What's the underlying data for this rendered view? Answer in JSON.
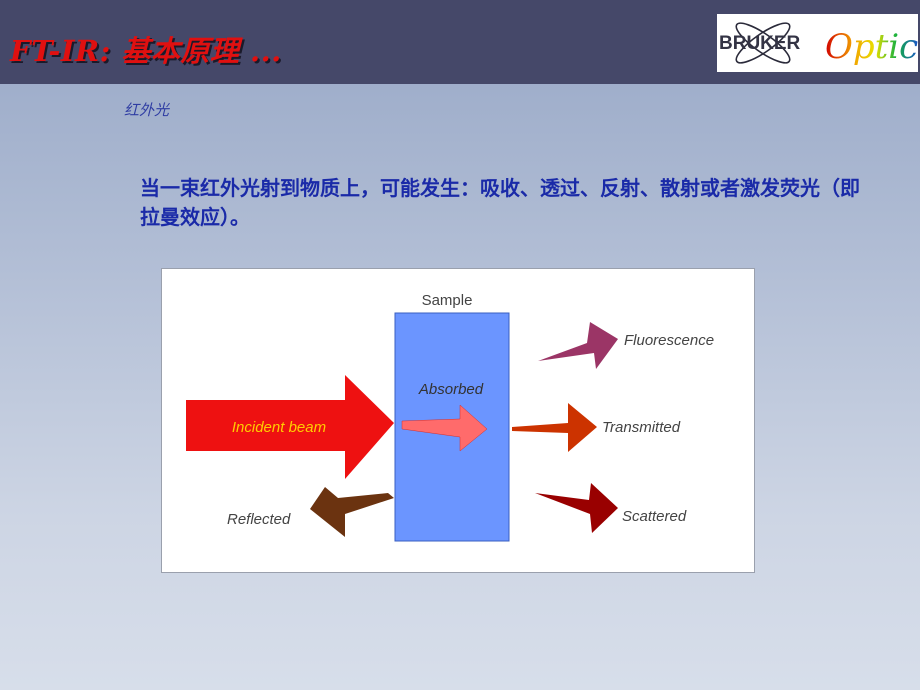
{
  "title": "FT-IR: 基本原理 ...",
  "logo": {
    "brand": "BRUKER",
    "sub": "Optics"
  },
  "section_label": "红外光",
  "body_text": "当一束红外光射到物质上，可能发生：吸收、透过、反射、散射或者激发荧光（即拉曼效应）。",
  "diagram": {
    "sample": "Sample",
    "absorbed": "Absorbed",
    "incident": "Incident beam",
    "reflected": "Reflected",
    "fluorescence": "Fluorescence",
    "transmitted": "Transmitted",
    "scattered": "Scattered"
  },
  "colors": {
    "title_bar": "#454869",
    "title_text": "#e01010",
    "incident": "#ee1111",
    "absorbed": "#ff6b6b",
    "sample": "#6b95ff",
    "fluorescence": "#9b3566",
    "transmitted": "#cc3300",
    "scattered": "#990000",
    "reflected": "#6b3310"
  }
}
